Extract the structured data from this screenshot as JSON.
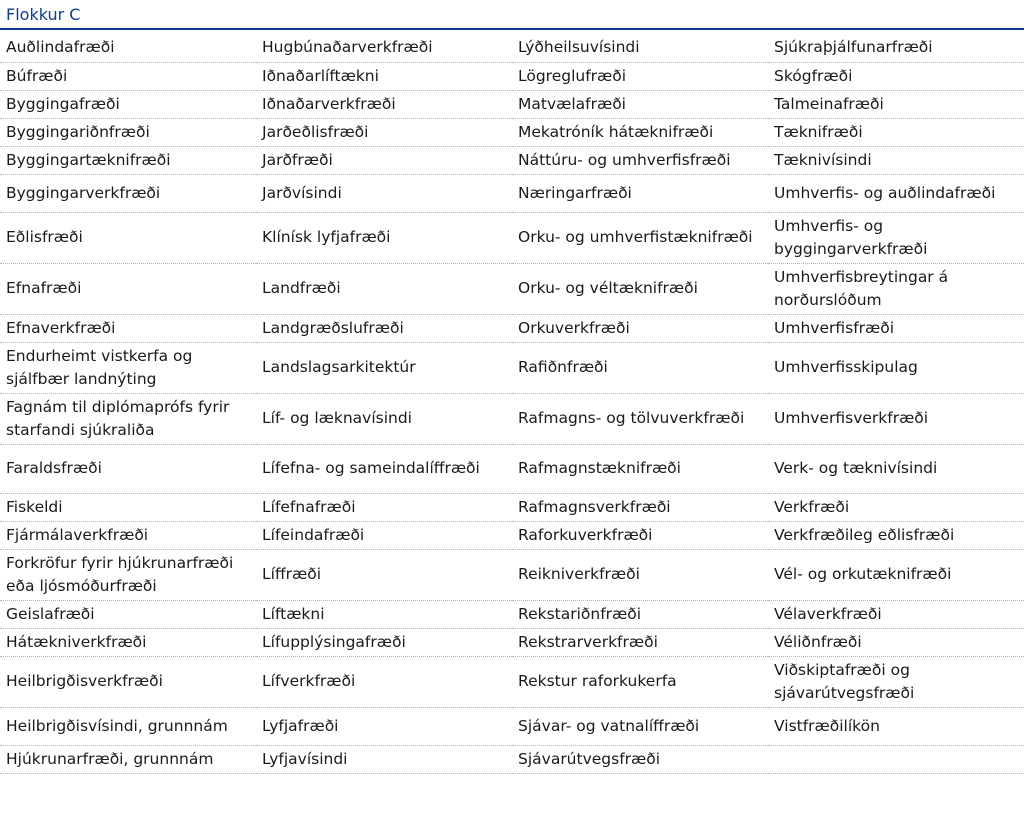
{
  "heading": "Flokkur C",
  "rows": [
    {
      "h": "std",
      "cells": [
        "Auðlindafræði",
        "Hugbúnaðarverkfræði",
        "Lýðheilsuvísindi",
        "Sjúkraþjálfunarfræði"
      ]
    },
    {
      "h": "std",
      "cells": [
        "Búfræði",
        "Iðnaðarlíftækni",
        "Lögreglufræði",
        "Skógfræði"
      ]
    },
    {
      "h": "std",
      "cells": [
        "Byggingafræði",
        "Iðnaðarverkfræði",
        "Matvælafræði",
        "Talmeinafræði"
      ]
    },
    {
      "h": "std",
      "cells": [
        "Byggingariðnfræði",
        "Jarðeðlisfræði",
        "Mekatróník hátæknifræði",
        "Tæknifræði"
      ]
    },
    {
      "h": "std",
      "cells": [
        "Byggingartæknifræði",
        "Jarðfræði",
        "Náttúru- og umhverfisfræði",
        "Tæknivísindi"
      ]
    },
    {
      "h": "mid",
      "cells": [
        "Byggingarverkfræði",
        "Jarðvísindi",
        "Næringarfræði",
        "Umhverfis- og auðlindafræði"
      ]
    },
    {
      "h": "tall",
      "cells": [
        "Eðlisfræði",
        "Klínísk lyfjafræði",
        "Orku- og umhverfistæknifræði",
        "Umhverfis- og byggingarverkfræði"
      ]
    },
    {
      "h": "tall",
      "cells": [
        "Efnafræði",
        "Landfræði",
        "Orku- og véltæknifræði",
        "Umhverfisbreytingar á norðurslóðum"
      ]
    },
    {
      "h": "std",
      "cells": [
        "Efnaverkfræði",
        "Landgræðslufræði",
        "Orkuverkfræði",
        "Umhverfisfræði"
      ]
    },
    {
      "h": "tall",
      "cells": [
        "Endurheimt vistkerfa og sjálfbær landnýting",
        "Landslagsarkitektúr",
        "Rafiðnfræði",
        "Umhverfisskipulag"
      ]
    },
    {
      "h": "tall",
      "cells": [
        "Fagnám til diplómaprófs fyrir starfandi sjúkraliða",
        "Líf- og læknavísindi",
        "Rafmagns- og tölvuverkfræði",
        "Umhverfisverkfræði"
      ]
    },
    {
      "h": "tall",
      "cells": [
        "Faraldsfræði",
        "Lífefna- og sameindalíffræði",
        "Rafmagnstæknifræði",
        "Verk- og tæknivísindi"
      ]
    },
    {
      "h": "std",
      "cells": [
        "Fiskeldi",
        "Lífefnafræði",
        "Rafmagnsverkfræði",
        "Verkfræði"
      ]
    },
    {
      "h": "std",
      "cells": [
        "Fjármálaverkfræði",
        "Lífeindafræði",
        "Raforkuverkfræði",
        "Verkfræðileg eðlisfræði"
      ]
    },
    {
      "h": "tall",
      "cells": [
        "Forkröfur fyrir hjúkrunarfræði eða ljósmóðurfræði",
        "Líffræði",
        "Reikniverkfræði",
        "Vél- og orkutæknifræði"
      ]
    },
    {
      "h": "std",
      "cells": [
        "Geislafræði",
        "Líftækni",
        "Rekstariðnfræði",
        "Vélaverkfræði"
      ]
    },
    {
      "h": "std",
      "cells": [
        "Hátækniverkfræði",
        "Lífupplýsingafræði",
        "Rekstrarverkfræði",
        "Véliðnfræði"
      ]
    },
    {
      "h": "tall",
      "cells": [
        "Heilbrigðisverkfræði",
        "Lífverkfræði",
        "Rekstur raforkukerfa",
        "Viðskiptafræði og sjávarútvegsfræði"
      ]
    },
    {
      "h": "mid",
      "cells": [
        "Heilbrigðisvísindi, grunnnám",
        "Lyfjafræði",
        "Sjávar- og vatnalíffræði",
        "Vistfræðilíkön"
      ]
    },
    {
      "h": "std",
      "cells": [
        "Hjúkrunarfræði, grunnnám",
        "Lyfjavísindi",
        "Sjávarútvegsfræði",
        ""
      ]
    }
  ]
}
